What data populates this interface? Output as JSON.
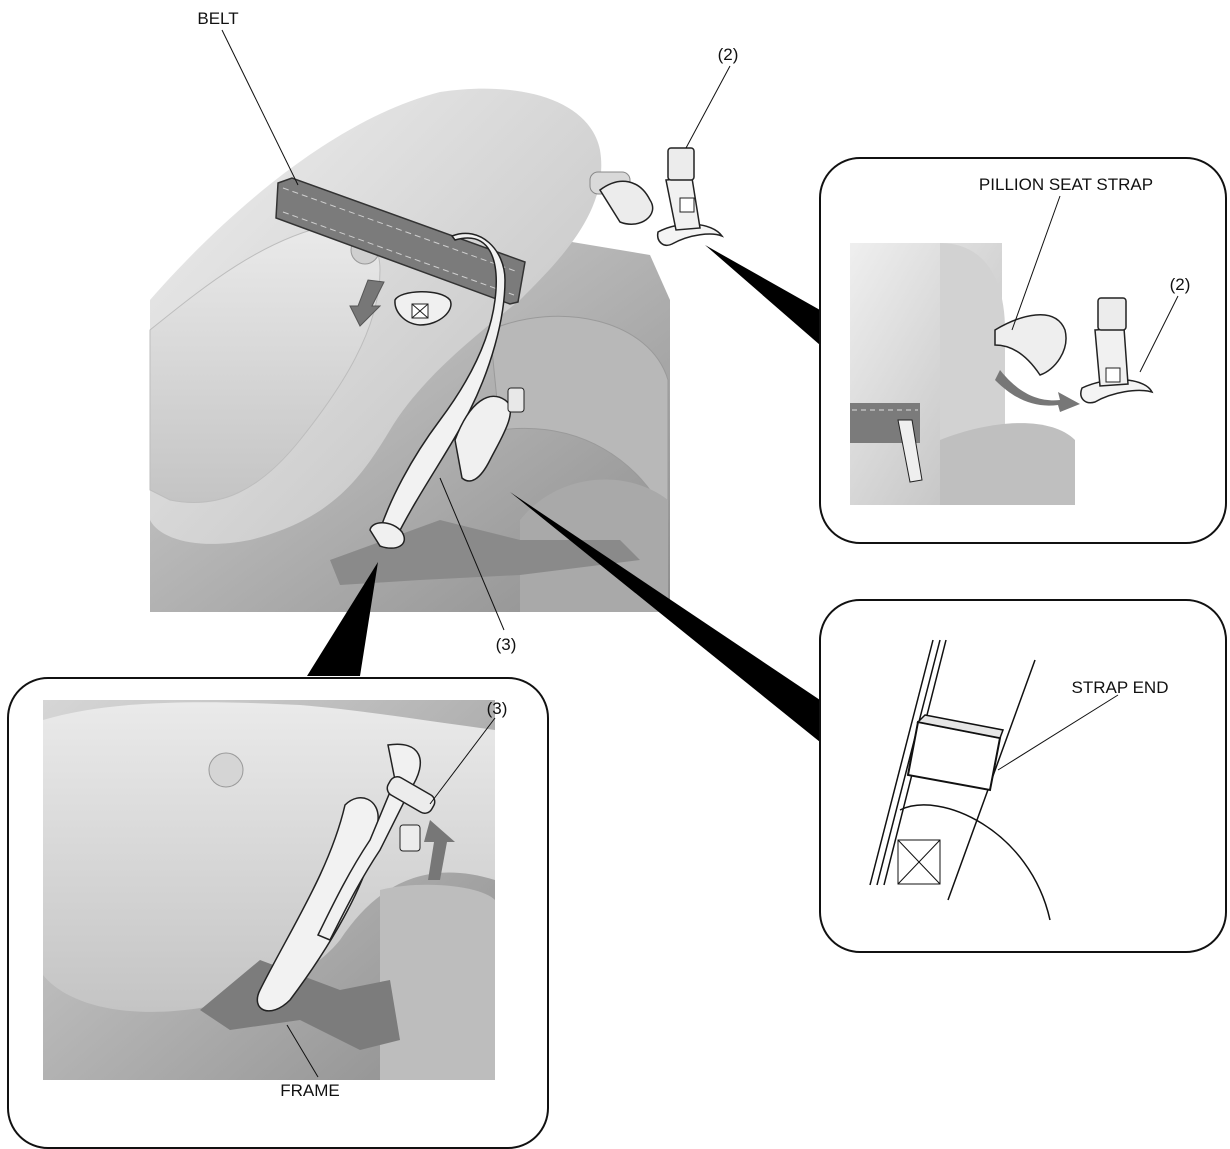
{
  "labels": {
    "belt": "BELT",
    "callout_2_top": "(2)",
    "pillion_seat_strap": "PILLION SEAT STRAP",
    "callout_2_detail": "(2)",
    "callout_3_main": "(3)",
    "strap_end": "STRAP END",
    "callout_3_detail": "(3)",
    "frame": "FRAME"
  },
  "colors": {
    "body_light": "#e4e4e4",
    "body_mid": "#c8c8c8",
    "body_dark": "#9a9a9a",
    "belt": "#7a7a7a",
    "outline": "#222222",
    "callout_wedge": "#000000",
    "arrow": "#777777"
  }
}
